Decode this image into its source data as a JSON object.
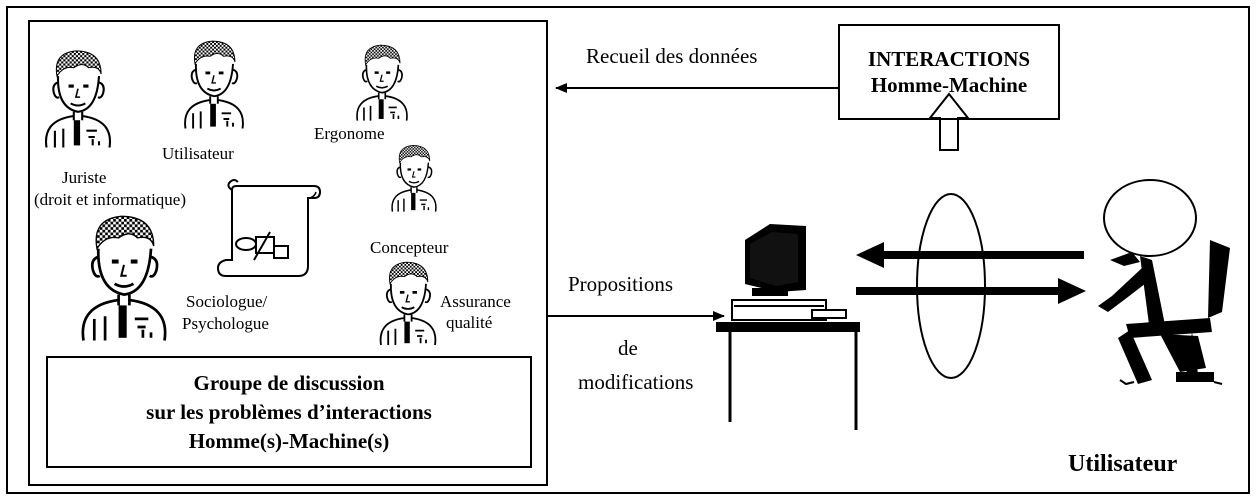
{
  "group": {
    "roles": {
      "juriste": "Juriste",
      "juriste_detail": "(droit et informatique)",
      "utilisateur": "Utilisateur",
      "ergonome": "Ergonome",
      "concepteur": "Concepteur",
      "sociologue": "Sociologue/",
      "psychologue": "Psychologue",
      "assurance": "Assurance",
      "qualite": "qualité"
    },
    "caption": {
      "line1": "Groupe de discussion",
      "line2": "sur les problèmes d’interactions",
      "line3": "Homme(s)-Machine(s)"
    }
  },
  "interactions": {
    "line1": "INTERACTIONS",
    "line2": "Homme-Machine"
  },
  "flows": {
    "collect": "Recueil des données",
    "propositions": "Propositions",
    "de": "de",
    "modifications": "modifications"
  },
  "user_label": "Utilisateur"
}
